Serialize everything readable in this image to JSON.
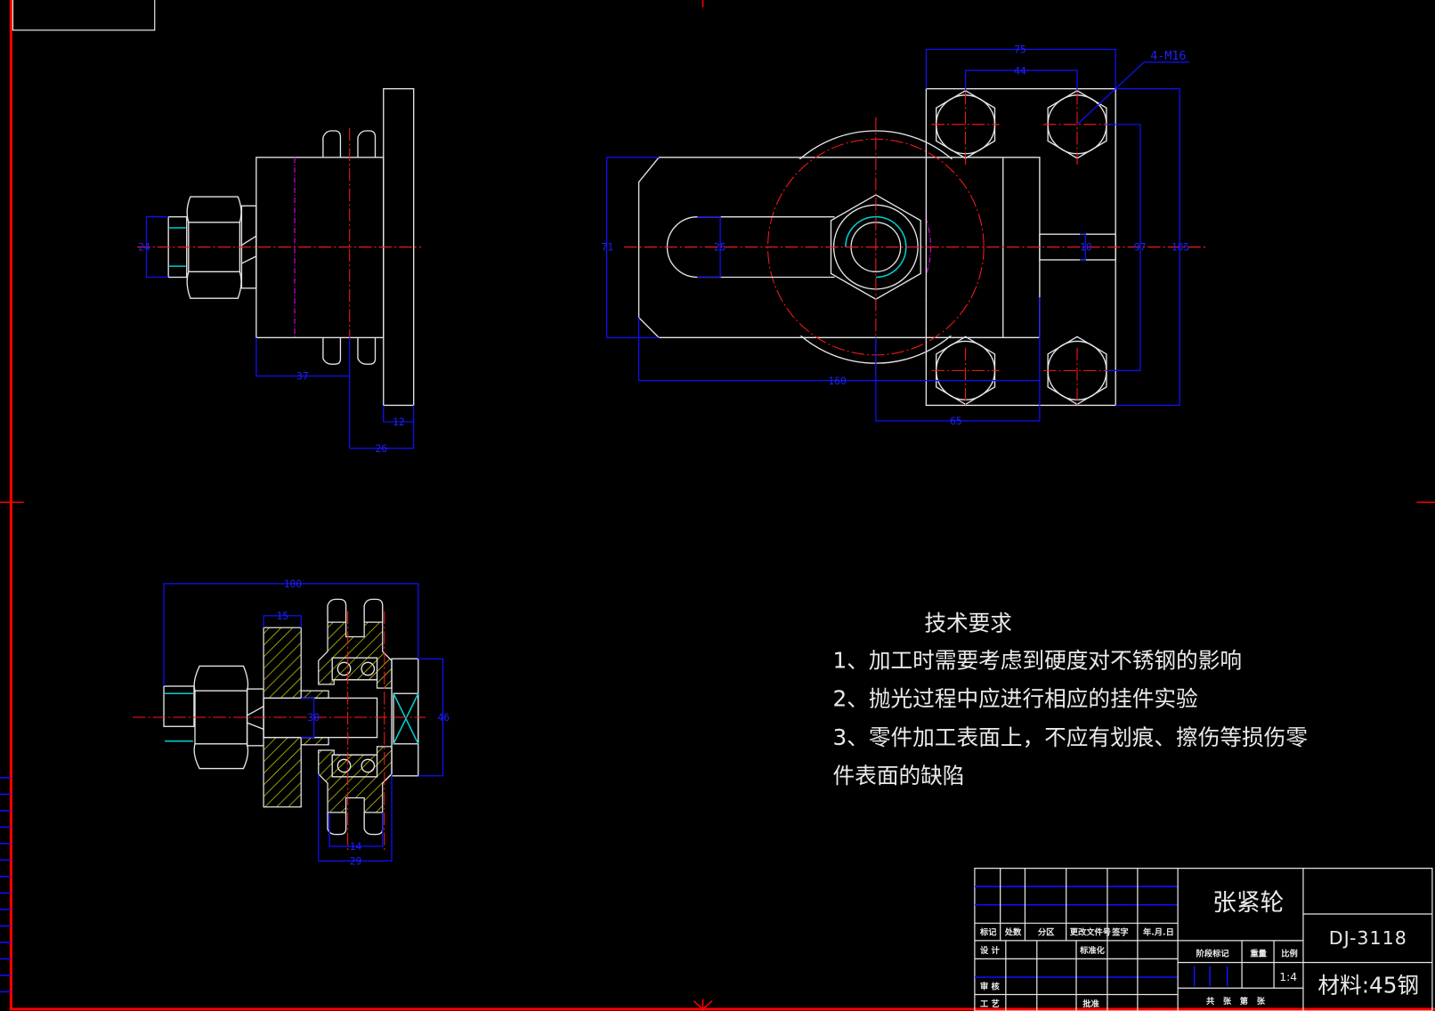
{
  "drawing": {
    "part_name": "张紧轮",
    "drawing_number": "DJ-3118",
    "material": "材料:45钢",
    "scale": "1:4"
  },
  "colors": {
    "background": "#000000",
    "border": "#ff0000",
    "outline": "#e6e6e6",
    "dimension": "#1010ff",
    "centerline": "#ff1a1a",
    "hatch": "#e0e000"
  },
  "side_view": {
    "dims": [
      "24",
      "37",
      "12",
      "26"
    ]
  },
  "front_view": {
    "dims": [
      "75",
      "44",
      "4-M16",
      "71",
      "25",
      "160",
      "65",
      "10",
      "97",
      "105"
    ]
  },
  "section_view": {
    "dims": [
      "100",
      "15",
      "30",
      "46",
      "14",
      "29"
    ]
  },
  "tech_requirements": {
    "title": "技术要求",
    "lines": [
      "1、加工时需要考虑到硬度对不锈钢的影响",
      "2、抛光过程中应进行相应的挂件实验",
      "3、零件加工表面上，不应有划痕、擦伤等损伤零",
      "件表面的缺陷"
    ]
  },
  "title_block": {
    "headers": [
      "标记",
      "处数",
      "分区",
      "更改文件号",
      "签字",
      "年.月.日"
    ],
    "design": "设 计",
    "standardize": "标准化",
    "stage_mark": "阶段标记",
    "weight": "重量",
    "ratio": "比例",
    "review": "审 核",
    "process": "工 艺",
    "approve": "批准",
    "sheets": "共   张   第   张"
  }
}
